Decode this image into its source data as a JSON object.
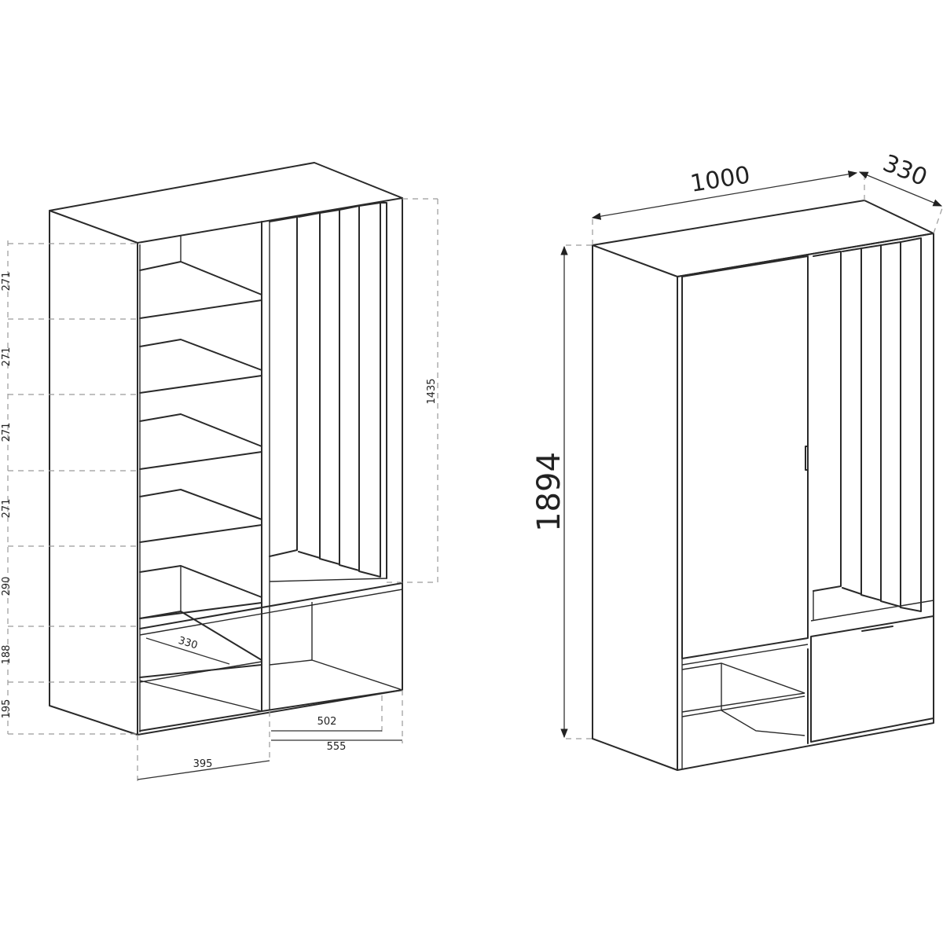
{
  "left_view": {
    "shelf_heights": [
      "271",
      "271",
      "271",
      "271",
      "290",
      "188",
      "195"
    ],
    "inner_depth": "330",
    "hanging_height": "1435",
    "right_inner_width": "502",
    "right_section_width": "555",
    "left_section_width": "395"
  },
  "right_view": {
    "width": "1000",
    "depth": "330",
    "height": "1894"
  }
}
